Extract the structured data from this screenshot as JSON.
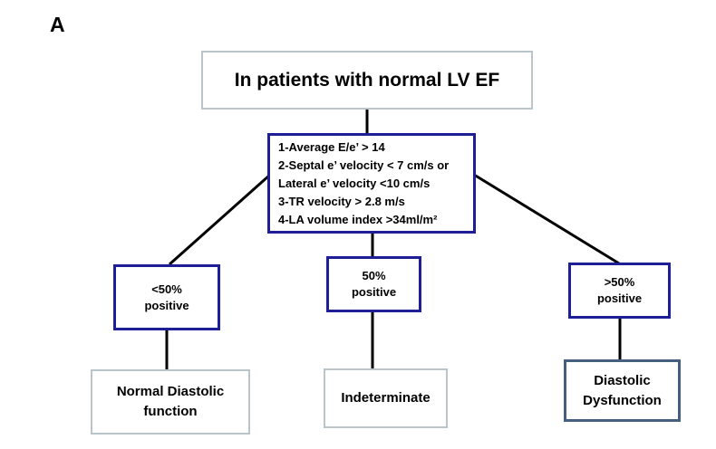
{
  "figure": {
    "panel_label": "A",
    "title_box": "In patients with normal LV EF",
    "criteria_box": {
      "line1": "1-Average E/e’ > 14",
      "line2": "2-Septal e’ velocity < 7 cm/s or",
      "line3": "Lateral e’ velocity <10 cm/s",
      "line4": "3-TR velocity > 2.8 m/s",
      "line5": "4-LA volume index >34ml/m²"
    },
    "branches": {
      "left": {
        "condition": "<50%\npositive",
        "outcome": "Normal Diastolic\nfunction"
      },
      "middle": {
        "condition": "50%\npositive",
        "outcome": "Indeterminate"
      },
      "right": {
        "condition": ">50%\npositive",
        "outcome": "Diastolic\nDysfunction"
      }
    },
    "colors": {
      "navy_border": "#1e1e96",
      "light_border": "#b9c5c9",
      "slate_border": "#44607e",
      "connector_line": "#000000",
      "background": "#ffffff",
      "text": "#000000"
    }
  }
}
